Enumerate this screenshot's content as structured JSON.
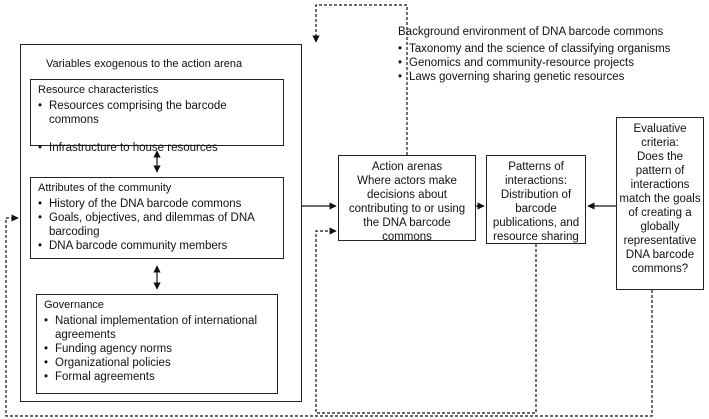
{
  "background": {
    "title": "Background environment of DNA barcode commons",
    "items": [
      "Taxonomy and the science of classifying organisms",
      "Genomics and community-resource projects",
      "Laws governing sharing genetic resources"
    ]
  },
  "exogenous": {
    "title": "Variables exogenous to the action arena",
    "resource": {
      "title": "Resource characteristics",
      "items": [
        "Resources comprising the barcode commons",
        "Infrastructure to house resources"
      ]
    },
    "community": {
      "title": "Attributes of the community",
      "items": [
        "History of the DNA barcode commons",
        "Goals, objectives, and dilemmas of DNA barcoding",
        "DNA barcode community members"
      ]
    },
    "governance": {
      "title": "Governance",
      "items": [
        "National implementation of international agreements",
        "Funding agency norms",
        "Organizational policies",
        "Formal agreements"
      ]
    }
  },
  "action_arena": {
    "title": "Action arenas",
    "text": "Where actors make decisions about contributing to or using the DNA barcode commons"
  },
  "patterns": {
    "title": "Patterns of interactions:",
    "text": "Distribution of barcode publications, and resource sharing"
  },
  "evaluative": {
    "title": "Evaluative criteria:",
    "text": "Does the pattern of interactions match the goals of creating a globally representative DNA barcode commons?"
  }
}
